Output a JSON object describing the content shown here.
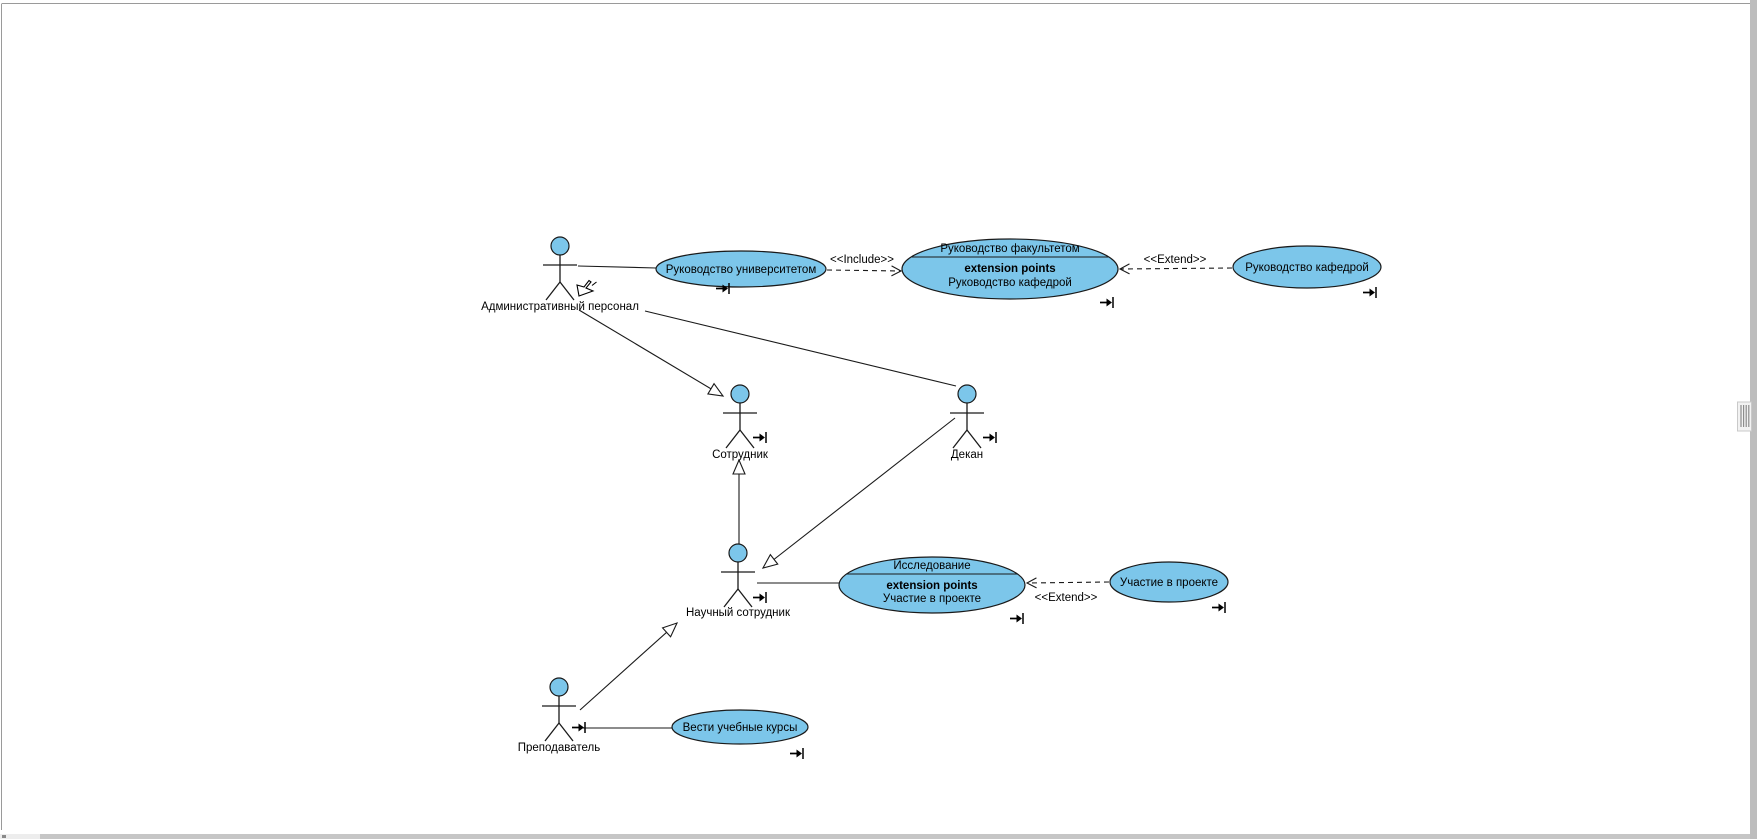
{
  "diagram": {
    "actors": [
      {
        "name": "admin-staff",
        "label": "Административный персонал"
      },
      {
        "name": "employee",
        "label": "Сотрудник"
      },
      {
        "name": "dean",
        "label": "Декан"
      },
      {
        "name": "researcher",
        "label": "Научный сотрудник"
      },
      {
        "name": "teacher",
        "label": "Преподаватель"
      }
    ],
    "use_cases": [
      {
        "name": "manage-university",
        "label": "Руководство университетом"
      },
      {
        "name": "manage-faculty",
        "label": "Руководство факультетом",
        "section_header": "extension points",
        "extension_point": "Руководство кафедрой"
      },
      {
        "name": "manage-department",
        "label": "Руководство кафедрой"
      },
      {
        "name": "research",
        "label": "Исследование",
        "section_header": "extension points",
        "extension_point": "Участие в проекте"
      },
      {
        "name": "project-participation",
        "label": "Участие в проекте"
      },
      {
        "name": "teach-courses",
        "label": "Вести учебные курсы"
      }
    ],
    "stereotypes": {
      "include": "<<Include>>",
      "extend": "<<Extend>>"
    },
    "colors": {
      "shape_fill": "#7cc6ea",
      "shape_stroke": "#1a1a1a",
      "canvas_border": "#9a9a9a"
    }
  }
}
